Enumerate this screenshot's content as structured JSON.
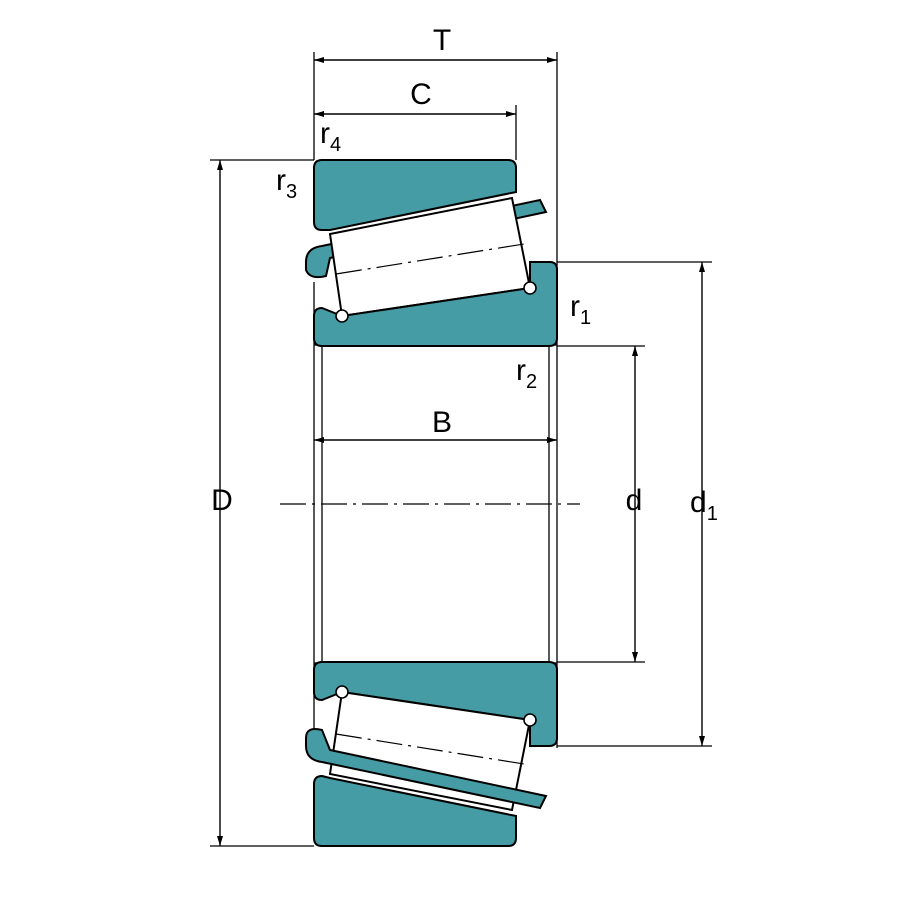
{
  "colors": {
    "component": "#469ca4",
    "line": "#000000",
    "background": "#ffffff"
  },
  "labels": {
    "T": "T",
    "C": "C",
    "B": "B",
    "D": "D",
    "d": "d",
    "d1": {
      "base": "d",
      "sub": "1"
    },
    "r1": {
      "base": "r",
      "sub": "1"
    },
    "r2": {
      "base": "r",
      "sub": "2"
    },
    "r3": {
      "base": "r",
      "sub": "3"
    },
    "r4": {
      "base": "r",
      "sub": "4"
    }
  }
}
